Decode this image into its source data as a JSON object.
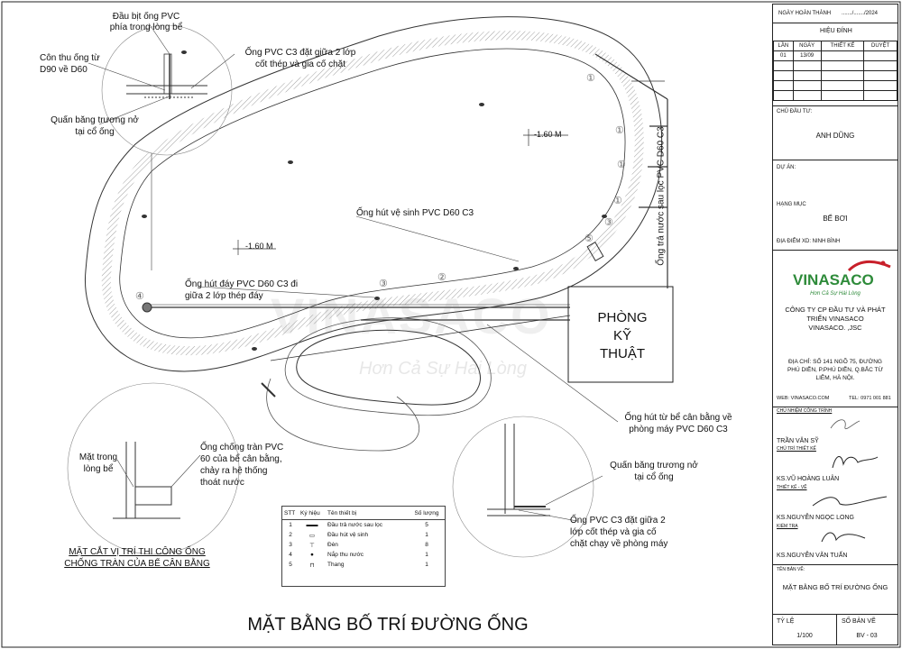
{
  "drawing": {
    "main_title": "MẶT BẰNG BỐ TRÍ ĐƯỜNG ỐNG",
    "watermark": {
      "brand": "VINASACO",
      "slogan": "Hơn Cả Sự Hài Lòng"
    },
    "level_1": "-1.60 M",
    "level_2": "-1.60 M",
    "room_label_1": "PHÒNG",
    "room_label_2": "KỸ",
    "room_label_3": "THUẬT",
    "notes": {
      "pvc_end": "Đầu bịt ống PVC\nphía trong lòng bể",
      "reducer": "Côn thu ống từ\nD90 về D60",
      "seal_top": "Quấn băng trương nở\ntại cổ ống",
      "pvc_between": "Ống PVC C3 đặt giữa 2 lớp\ncốt thép và gia cố chặt",
      "return_pipe": "Ống trả nước sau lọc PVC D60 C3",
      "vacuum_pipe": "Ống hút vệ sinh PVC D60 C3",
      "bottom_suction": "Ống hút đáy PVC D60 C3 đi\ngiữa  2 lớp thép đáy",
      "balance_suction": "Ống hút từ bể cân bằng về\nphòng máy PVC D60 C3",
      "overflow": "Ống chống tràn PVC\n60 của bể cân bằng,\nchảy ra hệ thống\nthoát nước",
      "inner_wall": "Mặt trong\nlòng bể",
      "section_title": "MẶT CẮT VỊ TRÍ THI CÔNG ỐNG\nCHỐNG TRÀN CỦA BỂ CÂN BẰNG",
      "seal_right": "Quấn băng trương nở\ntại cổ ống",
      "pvc_right": "Ống PVC C3 đặt giữa 2\nlớp cốt thép và gia cố\nchặt chạy về phòng máy"
    },
    "markers": [
      "①",
      "②",
      "③",
      "④",
      "⑤"
    ]
  },
  "legend": {
    "headers": [
      "STT",
      "Ký hiệu",
      "Tên thiết bị",
      "Số lượng"
    ],
    "rows": [
      {
        "stt": "1",
        "name": "Đầu trả nước sau lọc",
        "qty": "5"
      },
      {
        "stt": "2",
        "name": "Đầu hút vệ sinh",
        "qty": "1"
      },
      {
        "stt": "3",
        "name": "Đèn",
        "qty": "8"
      },
      {
        "stt": "4",
        "name": "Nắp thu nước",
        "qty": "1"
      },
      {
        "stt": "5",
        "name": "Thang",
        "qty": "1"
      }
    ]
  },
  "title_block": {
    "completion_date_label": "NGÀY HOÀN THÀNH",
    "completion_date_value": "......./......./2024",
    "revision_label": "HIỆU ĐÍNH",
    "rev_headers": [
      "LẦN",
      "NGÀY",
      "THIẾT KẾ",
      "DUYỆT"
    ],
    "rev_row": [
      "01",
      "13/09",
      "",
      ""
    ],
    "investor_label": "CHỦ ĐẦU TƯ:",
    "investor": "ANH DŨNG",
    "project_label": "DỰ ÁN:",
    "item_label": "HẠNG MỤC",
    "item": "BỂ BƠI",
    "location": "ĐỊA ĐIỂM XD: NINH BÌNH",
    "logo_text": "VINASACO",
    "logo_slogan": "Hơn Cả Sự Hài Lòng",
    "company": "CÔNG TY CP ĐẦU TƯ VÀ PHÁT\nTRIỂN VINASACO\nVINASACO.   ,JSC",
    "address": "ĐỊA CHỈ: SỐ 141 NGÕ 75, ĐƯỜNG\nPHÚ DIỄN, P.PHÚ DIỄN, Q.BẮC TỪ\nLIÊM, HÀ NỘI.",
    "web": "WEB: VINASACO.COM",
    "tel": "TEL: 0971 001 881",
    "role1": "CHỦ NHIỆM CÔNG TRÌNH",
    "person1": "TRẦN VĂN SỸ",
    "role2": "CHỦ TRÌ THIẾT KẾ",
    "person2": "KS.VŨ HOÀNG LUÂN",
    "role3": "THIẾT KẾ - VẼ",
    "person3": "KS.NGUYỄN NGỌC LONG",
    "role4": "KIỂM TRA",
    "person4": "KS.NGUYỄN VĂN TUẤN",
    "drawing_name_label": "TÊN BẢN VẼ:",
    "drawing_name": "MẶT BẰNG BỐ TRÍ ĐƯỜNG ỐNG",
    "scale_label": "TỶ LỆ",
    "scale": "1/100",
    "sheet_label": "SỐ BẢN VẼ",
    "sheet": "BV - 03"
  }
}
